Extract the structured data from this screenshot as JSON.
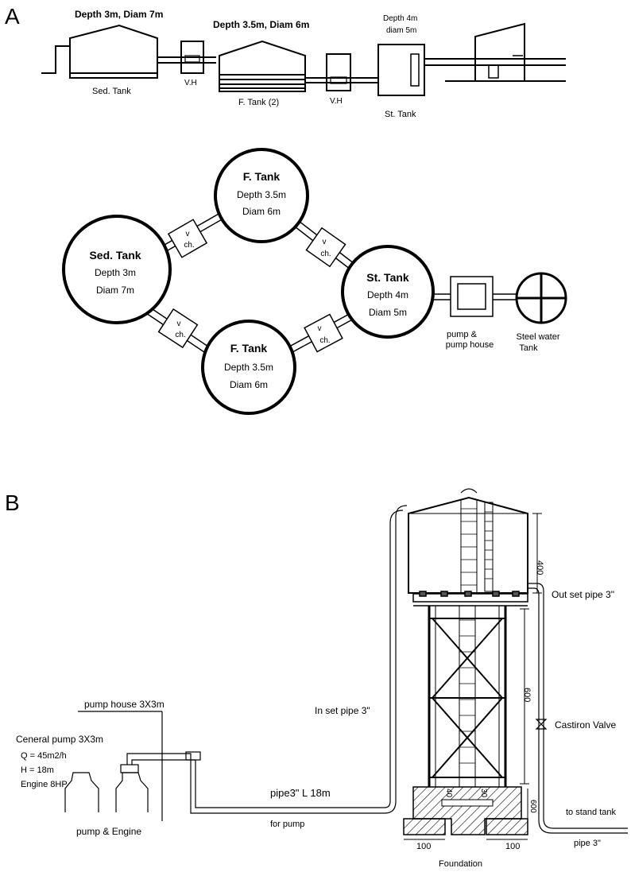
{
  "panel_a": {
    "label": "A",
    "profile": {
      "sed_dims": "Depth 3m, Diam 7m",
      "sed_label": "Sed. Tank",
      "vh1_label": "V.H",
      "f_dims": "Depth 3.5m, Diam 6m",
      "f_label": "F. Tank (2)",
      "vh2_label": "V.H",
      "st_dims_1": "Depth 4m",
      "st_dims_2": "diam 5m",
      "st_label": "St. Tank"
    },
    "plan": {
      "sed": {
        "name": "Sed. Tank",
        "depth": "Depth 3m",
        "diam": "Diam 7m"
      },
      "f_top": {
        "name": "F. Tank",
        "depth": "Depth 3.5m",
        "diam": "Diam 6m"
      },
      "f_bottom": {
        "name": "F. Tank",
        "depth": "Depth 3.5m",
        "diam": "Diam 6m"
      },
      "st": {
        "name": "St. Tank",
        "depth": "Depth 4m",
        "diam": "Diam 5m"
      },
      "valve_line1": "v",
      "valve_line2": "ch.",
      "pump_1": "pump &",
      "pump_2": "pump house",
      "steel_1": "Steel water",
      "steel_2": "Tank"
    }
  },
  "panel_b": {
    "label": "B",
    "pump_house": "pump house 3X3m",
    "central_pump": "Ceneral pump 3X3m",
    "q": "Q = 45m2/h",
    "h": "H = 18m",
    "engine": "Engine 8HP",
    "pump_engine": "pump & Engine",
    "in_set_pipe": "In set pipe 3\"",
    "pipe_len": "pipe3\" L 18m",
    "for_pump": "for pump",
    "out_set_pipe": "Out set pipe 3\"",
    "castiron": "Castiron Valve",
    "to_stand": "to stand tank",
    "pipe3": "pipe 3\"",
    "dim_400": "400",
    "dim_600a": "600",
    "dim_600b": "600",
    "dim_40": "40",
    "dim_30": "30",
    "dim_100a": "100",
    "dim_100b": "100",
    "foundation": "Foundation"
  }
}
